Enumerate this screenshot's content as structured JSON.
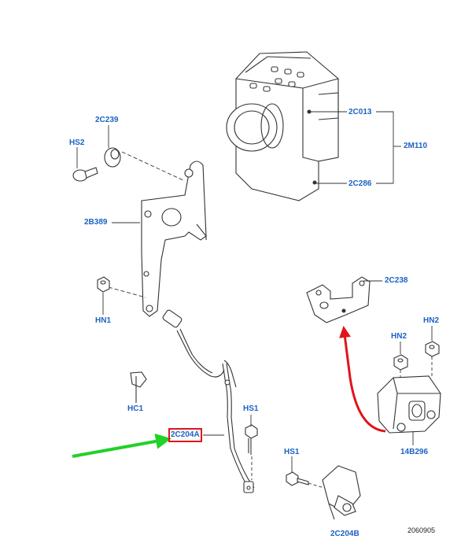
{
  "diagram": {
    "callouts": {
      "c2c239": "2C239",
      "hs2": "HS2",
      "c2b389": "2B389",
      "hn1_left": "HN1",
      "hc1": "HC1",
      "c2c204a": "2C204A",
      "hs1_mid": "HS1",
      "hs1_low": "HS1",
      "c2c013": "2C013",
      "c2m110": "2M110",
      "c2c286": "2C286",
      "c2c238": "2C238",
      "hn2_a": "HN2",
      "hn2_b": "HN2",
      "c14b296": "14B296",
      "c2c204b_partial": "2C204B"
    },
    "reference_number": "2060905",
    "colors": {
      "callout_text": "#1c62c4",
      "highlight_box": "#e0151b",
      "green_arrow": "#22d12a",
      "red_arrow": "#e0151b",
      "line_art": "#333333"
    }
  }
}
